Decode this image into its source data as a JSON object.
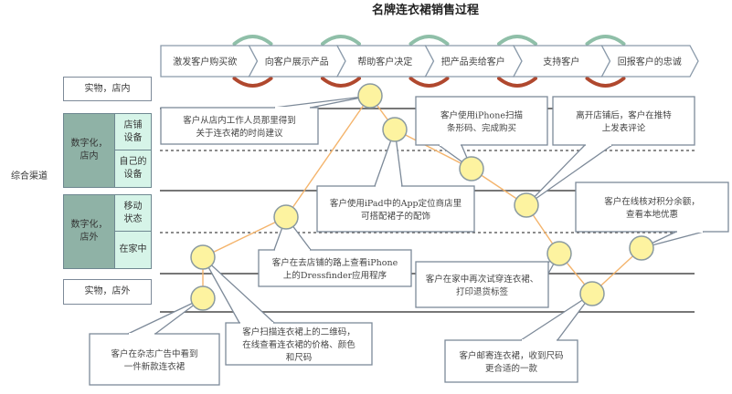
{
  "title": "名牌连衣裙销售过程",
  "stages": [
    {
      "label": "激发客户购买欲"
    },
    {
      "label": "向客户展示产品"
    },
    {
      "label": "帮助客户决定"
    },
    {
      "label": "把产品卖给客户"
    },
    {
      "label": "支持客户"
    },
    {
      "label": "回报客户的忠诚"
    }
  ],
  "left_label": "综合渠道",
  "channels": {
    "physical_in_store": "实物，店内",
    "digital_in_store": "数字化，\n店内",
    "store_device": "店铺\n设备",
    "own_device": "自己的\n设备",
    "digital_out_store": "数字化，\n店外",
    "mobile": "移动\n状态",
    "at_home": "在家中",
    "physical_out_store": "实物，店外"
  },
  "callouts": [
    {
      "id": "magazine",
      "lines": [
        "客户在杂志广告中看到",
        "一件新款连衣裙"
      ]
    },
    {
      "id": "qr-scan",
      "lines": [
        "客户扫描连衣裙上的二维码，",
        "在线查看连衣裙的价格、颜色",
        "和尺码"
      ]
    },
    {
      "id": "dressfinder",
      "lines": [
        "客户在去店铺的路上查看iPhone",
        "上的Dressfinder应用程序"
      ]
    },
    {
      "id": "staff-advice",
      "lines": [
        "客户从店内工作人员那里得到",
        "关于连衣裙的时尚建议"
      ]
    },
    {
      "id": "ipad-app",
      "lines": [
        "客户使用iPad中的App定位商店里",
        "可搭配裙子的配饰"
      ]
    },
    {
      "id": "iphone-purchase",
      "lines": [
        "客户使用iPhone扫描",
        "条形码、完成购买"
      ]
    },
    {
      "id": "twitter-review",
      "lines": [
        "离开店铺后，客户在推特",
        "上发表评论"
      ]
    },
    {
      "id": "home-tryon",
      "lines": [
        "客户在家中再次试穿连衣裙、",
        "打印退货标签"
      ]
    },
    {
      "id": "mail-back",
      "lines": [
        "客户邮寄连衣裙，收到尺码",
        "更合适的一款"
      ]
    },
    {
      "id": "loyalty",
      "lines": [
        "客户在线核对积分余额，",
        "查看本地优惠"
      ]
    }
  ],
  "colors": {
    "stage_border": "#8a9aaa",
    "cycle_green": "#8fbfa8",
    "cycle_red": "#b0482e",
    "dark_channel": "#8fb2a6",
    "light_channel": "#d6f4e8",
    "journey_line": "#f4b46c",
    "touchpoint_fill": "#fdf3a0",
    "touchpoint_stroke": "#8a9aa0",
    "lane_line": "#777777"
  }
}
